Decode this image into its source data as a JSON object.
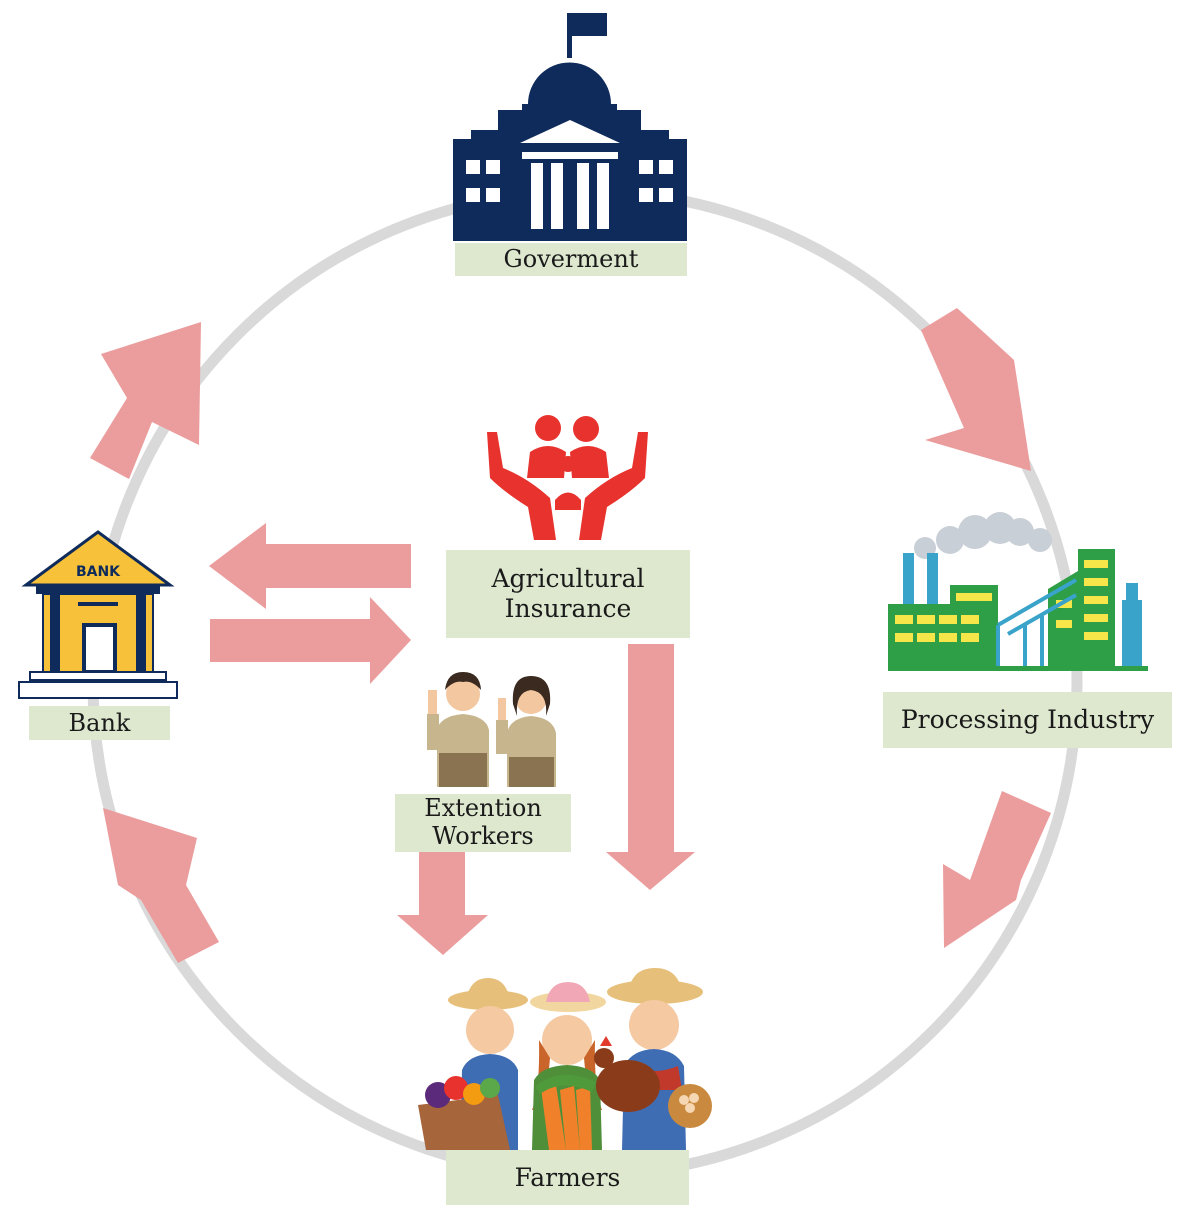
{
  "colors": {
    "circle": "#d9d9d9",
    "arrow": "#eb9c9c",
    "label_bg": "#dde8cf",
    "navy": "#0f2b5b",
    "bank_yellow": "#f7c23a",
    "insurance_red": "#e8322e",
    "factory_green": "#2e9e47"
  },
  "nodes": {
    "government": {
      "label": "Goverment",
      "icon": "government-building-icon"
    },
    "bank": {
      "label": "Bank",
      "icon": "bank-building-icon",
      "sign": "BANK"
    },
    "processing": {
      "label": "Processing Industry",
      "icon": "factory-icon"
    },
    "insurance": {
      "label": "Agricultural\nInsurance",
      "icon": "protecting-hands-family-icon"
    },
    "extension": {
      "label": "Extention\nWorkers",
      "icon": "extension-workers-icon"
    },
    "farmers": {
      "label": "Farmers",
      "icon": "farmers-icon"
    }
  }
}
